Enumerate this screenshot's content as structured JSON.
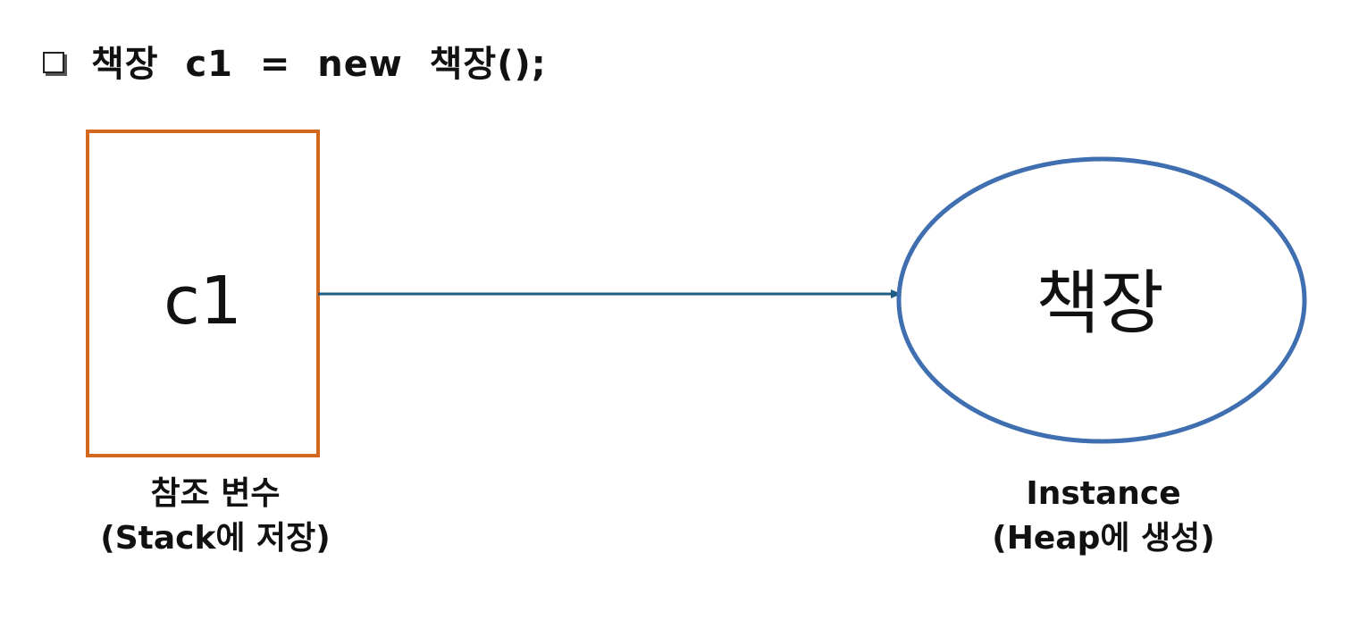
{
  "header": {
    "bullet_icon": "square-bullet-icon",
    "code": "책장  c1  =  new  책장();"
  },
  "stack_box": {
    "text": "c1",
    "border_color": "#D2691E"
  },
  "heap_ellipse": {
    "text": "책장",
    "border_color": "#3F6FB0"
  },
  "arrow": {
    "color": "#1F5C85"
  },
  "labels": {
    "stack_title": "참조 변수",
    "stack_subtitle": "(Stack에 저장)",
    "heap_title": "Instance",
    "heap_subtitle": "(Heap에 생성)"
  }
}
